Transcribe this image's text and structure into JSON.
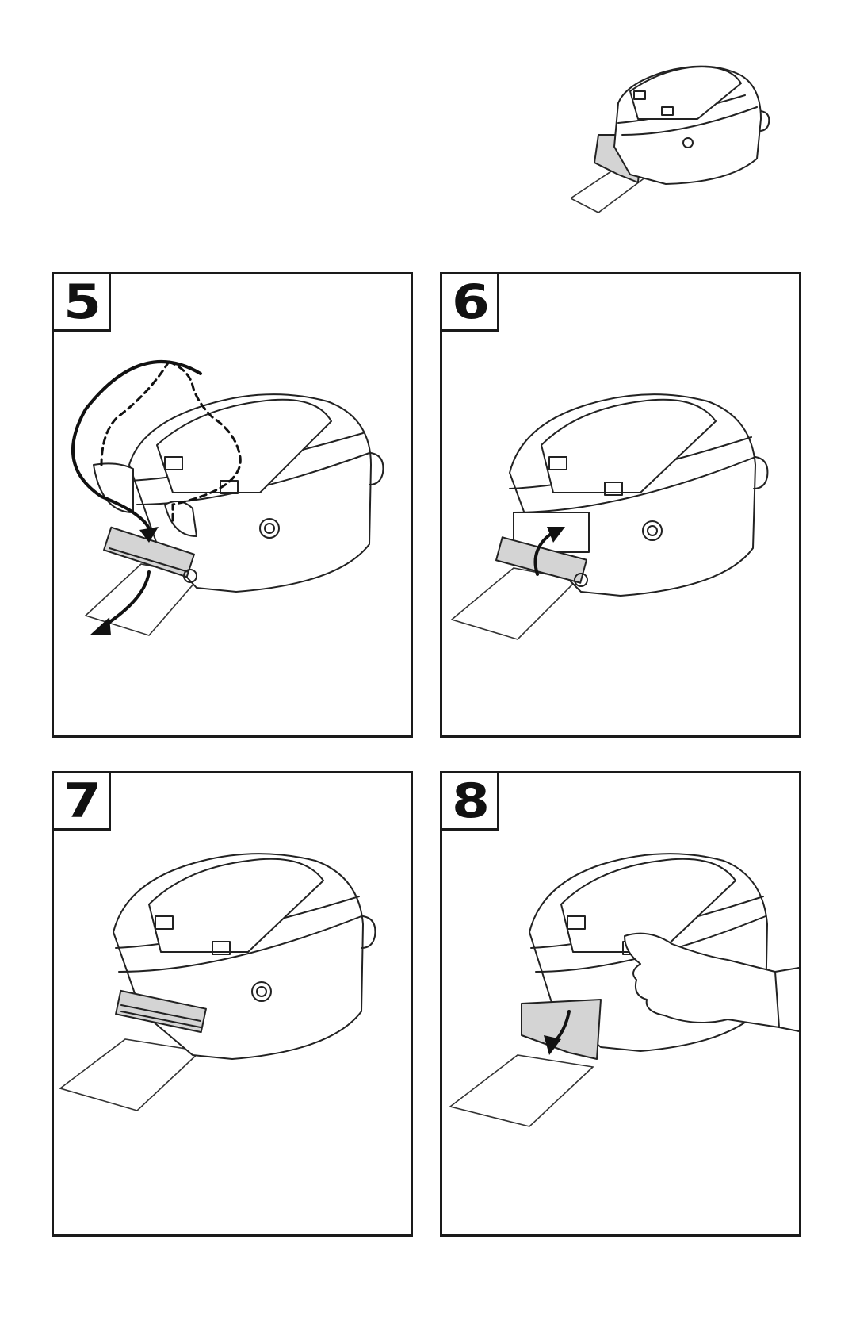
{
  "steps": [
    {
      "number": "5"
    },
    {
      "number": "6"
    },
    {
      "number": "7"
    },
    {
      "number": "8"
    }
  ]
}
